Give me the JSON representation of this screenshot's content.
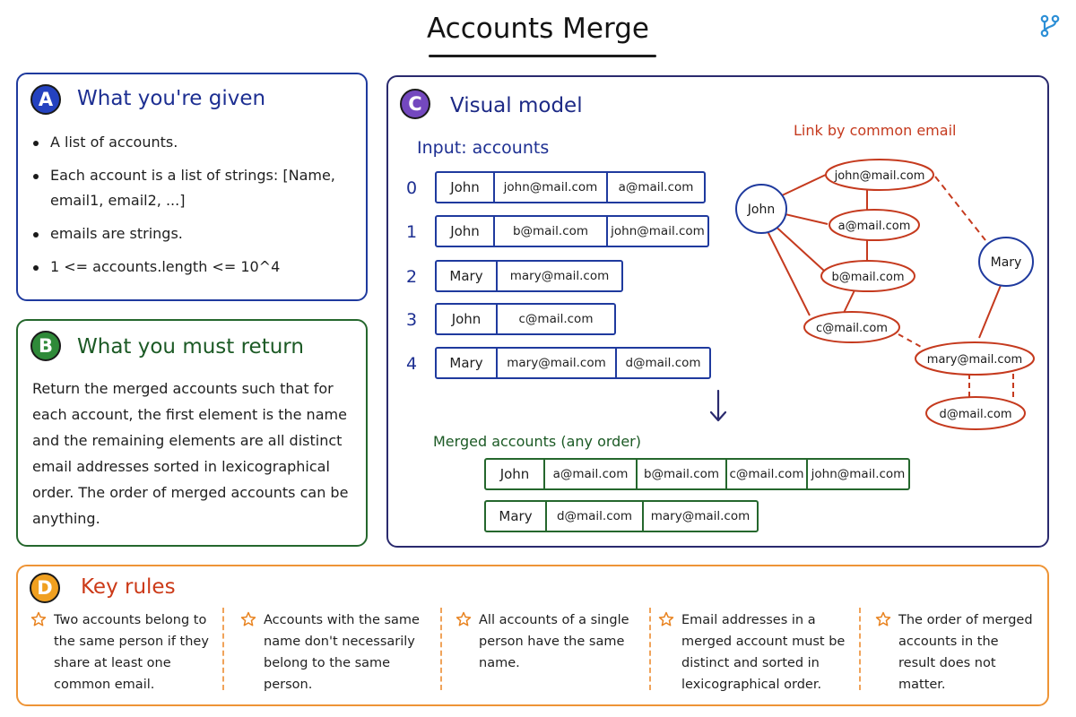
{
  "title": "Accounts Merge",
  "colors": {
    "blue": "#1f3a9e",
    "green": "#25672d",
    "purple": "#7448bf",
    "orange": "#ee9436",
    "red": "#c53a1e"
  },
  "panel_a": {
    "badge": "A",
    "heading": "What you're given",
    "bullets": [
      "A list of accounts.",
      "Each account is a list of strings: [Name, email1, email2, ...]",
      "emails are strings.",
      "1 <= accounts.length <= 10^4"
    ]
  },
  "panel_b": {
    "badge": "B",
    "heading": "What you must return",
    "text": "Return the merged accounts such that for each account, the first element is the name and the remaining elements are all distinct email addresses sorted in lexicographical order. The order of merged accounts can be anything."
  },
  "panel_c": {
    "badge": "C",
    "heading": "Visual model",
    "input_label": "Input: accounts",
    "accounts": [
      {
        "index": "0",
        "cells": [
          "John",
          "john@mail.com",
          "a@mail.com"
        ]
      },
      {
        "index": "1",
        "cells": [
          "John",
          "b@mail.com",
          "john@mail.com"
        ]
      },
      {
        "index": "2",
        "cells": [
          "Mary",
          "mary@mail.com"
        ]
      },
      {
        "index": "3",
        "cells": [
          "John",
          "c@mail.com"
        ]
      },
      {
        "index": "4",
        "cells": [
          "Mary",
          "mary@mail.com",
          "d@mail.com"
        ]
      }
    ],
    "merged_label": "Merged accounts (any order)",
    "merged": [
      [
        "John",
        "a@mail.com",
        "b@mail.com",
        "c@mail.com",
        "john@mail.com"
      ],
      [
        "Mary",
        "d@mail.com",
        "mary@mail.com"
      ]
    ],
    "graph": {
      "label": "Link by common email",
      "nodes": {
        "john": "John",
        "mary": "Mary",
        "john_email": "john@mail.com",
        "a_email": "a@mail.com",
        "b_email": "b@mail.com",
        "c_email": "c@mail.com",
        "mary_email": "mary@mail.com",
        "d_email": "d@mail.com"
      }
    }
  },
  "panel_d": {
    "badge": "D",
    "heading": "Key rules",
    "rules": [
      "Two accounts belong to the same person if they share at least one common email.",
      "Accounts with the same name don't necessarily belong to the same person.",
      "All accounts of a single person have the same name.",
      "Email addresses in a merged account must be distinct and sorted in lexicographical order.",
      "The order of merged accounts in the result does not matter."
    ]
  }
}
